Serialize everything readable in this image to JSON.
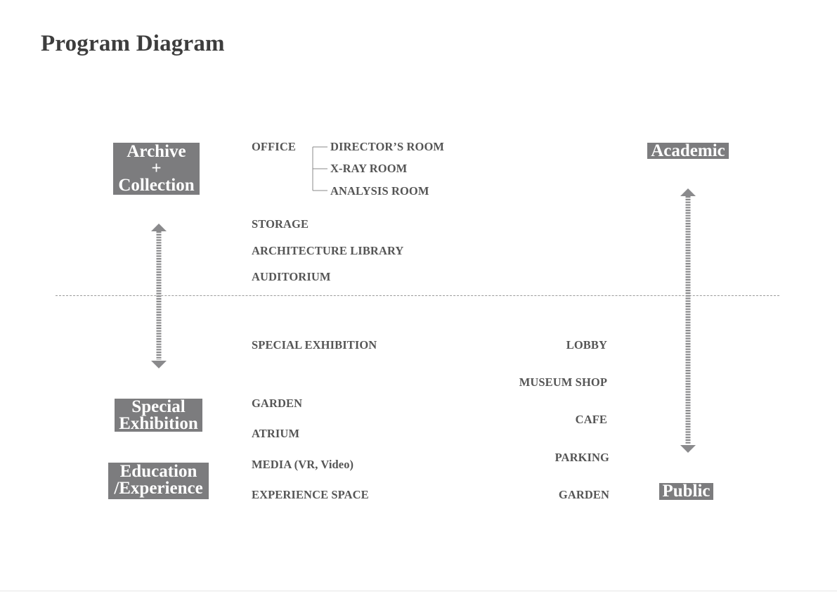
{
  "title": "Program Diagram",
  "boxes": {
    "archive": [
      "Archive",
      "+",
      "Collection"
    ],
    "special": [
      "Special",
      "Exhibition"
    ],
    "education": [
      "Education",
      "/Experience"
    ],
    "academic": [
      "Academic"
    ],
    "public": [
      "Public"
    ]
  },
  "upper": {
    "office": "OFFICE",
    "office_subs": [
      "DIRECTOR’S ROOM",
      "X-RAY ROOM",
      "ANALYSIS ROOM"
    ],
    "storage": "STORAGE",
    "library": "ARCHITECTURE LIBRARY",
    "auditorium": "AUDITORIUM"
  },
  "lower_left": {
    "special_exhibition": "SPECIAL EXHIBITION",
    "garden": "GARDEN",
    "atrium": "ATRIUM",
    "media": "MEDIA (VR, Video)",
    "experience_space": "EXPERIENCE SPACE"
  },
  "lower_right": {
    "lobby": "LOBBY",
    "museum_shop": "MUSEUM SHOP",
    "cafe": "CAFE",
    "parking": "PARKING",
    "garden": "GARDEN"
  },
  "colors": {
    "box": "#7c7c7e",
    "arrow": "#8a8a8c",
    "text": "#555555"
  }
}
